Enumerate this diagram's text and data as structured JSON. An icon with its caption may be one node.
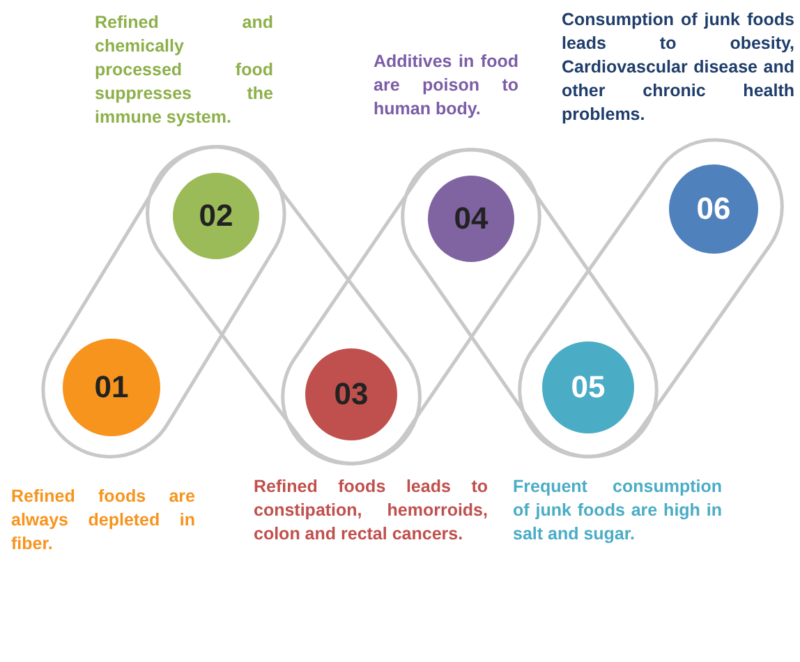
{
  "diagram": {
    "nodes": [
      {
        "text": [
          "01"
        ],
        "beside": [
          "Refined foods are always depleted in fiber."
        ]
      },
      {
        "text": [
          "02"
        ],
        "beside": [
          "Refined and chemically processed food suppresses the immune system."
        ]
      },
      {
        "text": [
          "03"
        ],
        "beside": [
          "Refined foods leads to constipation, hemorroids, colon and rectal cancers."
        ]
      },
      {
        "text": [
          "04"
        ],
        "beside": [
          "Additives in food are poison to human body."
        ]
      },
      {
        "text": [
          "05"
        ],
        "beside": [
          "Frequent consumption of junk foods are high in salt and sugar."
        ]
      },
      {
        "text": [
          "06"
        ],
        "beside": [
          "Consumption of junk foods leads to obesity, Cardiovascular disease and other chronic health problems."
        ]
      }
    ],
    "edges": []
  }
}
